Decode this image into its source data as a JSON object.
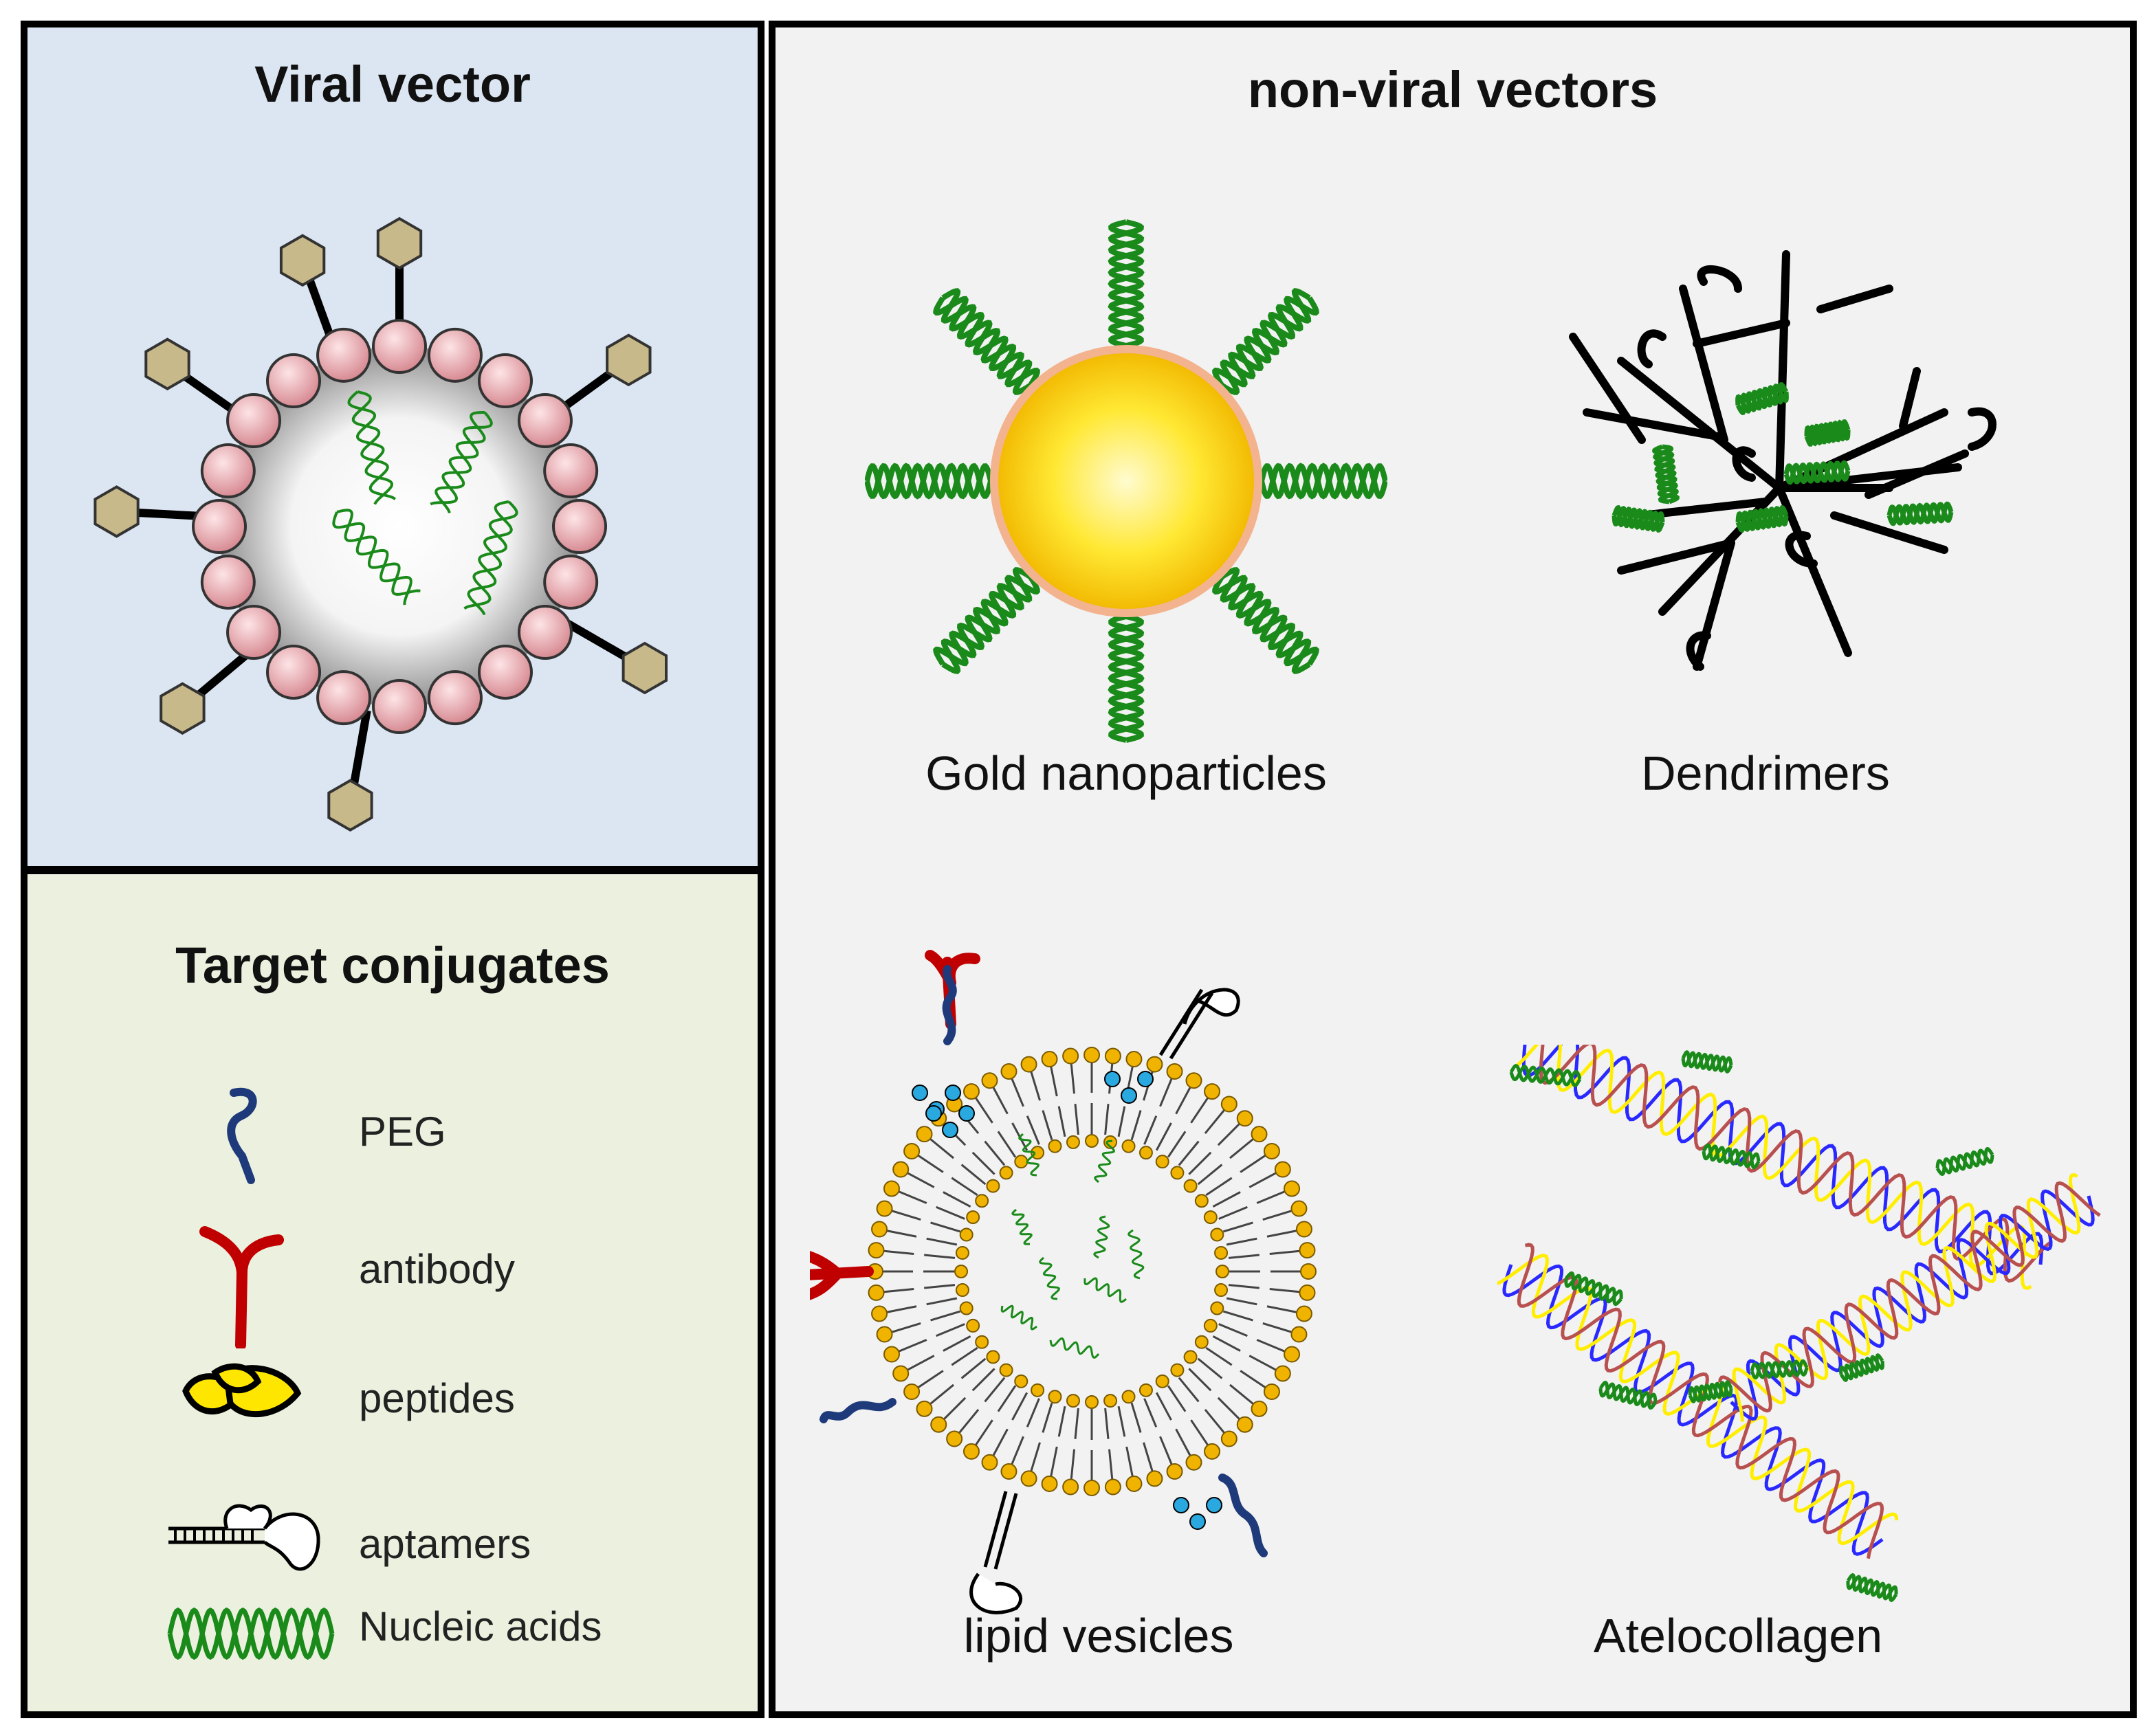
{
  "viral": {
    "title": "Viral vector"
  },
  "conjugates": {
    "title": "Target conjugates",
    "items": [
      {
        "label": "PEG",
        "icon": "peg-icon"
      },
      {
        "label": "antibody",
        "icon": "antibody-icon"
      },
      {
        "label": "peptides",
        "icon": "peptides-icon"
      },
      {
        "label": "aptamers",
        "icon": "aptamer-icon"
      },
      {
        "label": "Nucleic acids",
        "icon": "nucleic-acid-icon"
      }
    ]
  },
  "nonviral": {
    "title": "non-viral vectors",
    "items": [
      {
        "label": "Gold nanoparticles"
      },
      {
        "label": "Dendrimers"
      },
      {
        "label": "lipid vesicles"
      },
      {
        "label": "Atelocollagen"
      }
    ]
  },
  "colors": {
    "viral_bg": "#dce6f2",
    "conjugates_bg": "#ebf1de",
    "nonviral_bg": "#f2f2f2",
    "nucleic_acid": "#1a8a1a",
    "peg": "#1f3a7a",
    "antibody": "#c00000",
    "peptide": "#ffe600",
    "capsomere": "#e8aab0",
    "gold": "#ffd000"
  }
}
